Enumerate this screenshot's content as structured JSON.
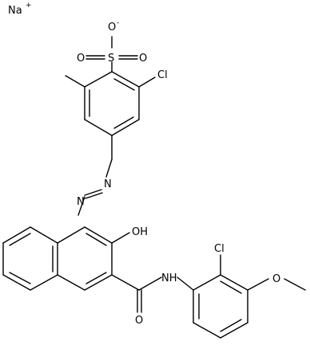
{
  "molecule": {
    "counter_ion": {
      "text": "Na",
      "charge": "+"
    },
    "sulfonate": {
      "sulfur": "S",
      "oxygen_top": "O",
      "oxygen_top_charge": "-",
      "oxygen_left": "O",
      "oxygen_right": "O"
    },
    "upper_ring_chlorine": "Cl",
    "azo_n1": "N",
    "azo_n2": "N",
    "hydroxyl": "OH",
    "amide_oxygen": "O",
    "amide_nh": "NH",
    "lower_ring_chlorine": "Cl",
    "methoxy_oxygen": "O"
  },
  "colors": {
    "bond": "#000000",
    "text": "#000000",
    "background": "#ffffff"
  }
}
